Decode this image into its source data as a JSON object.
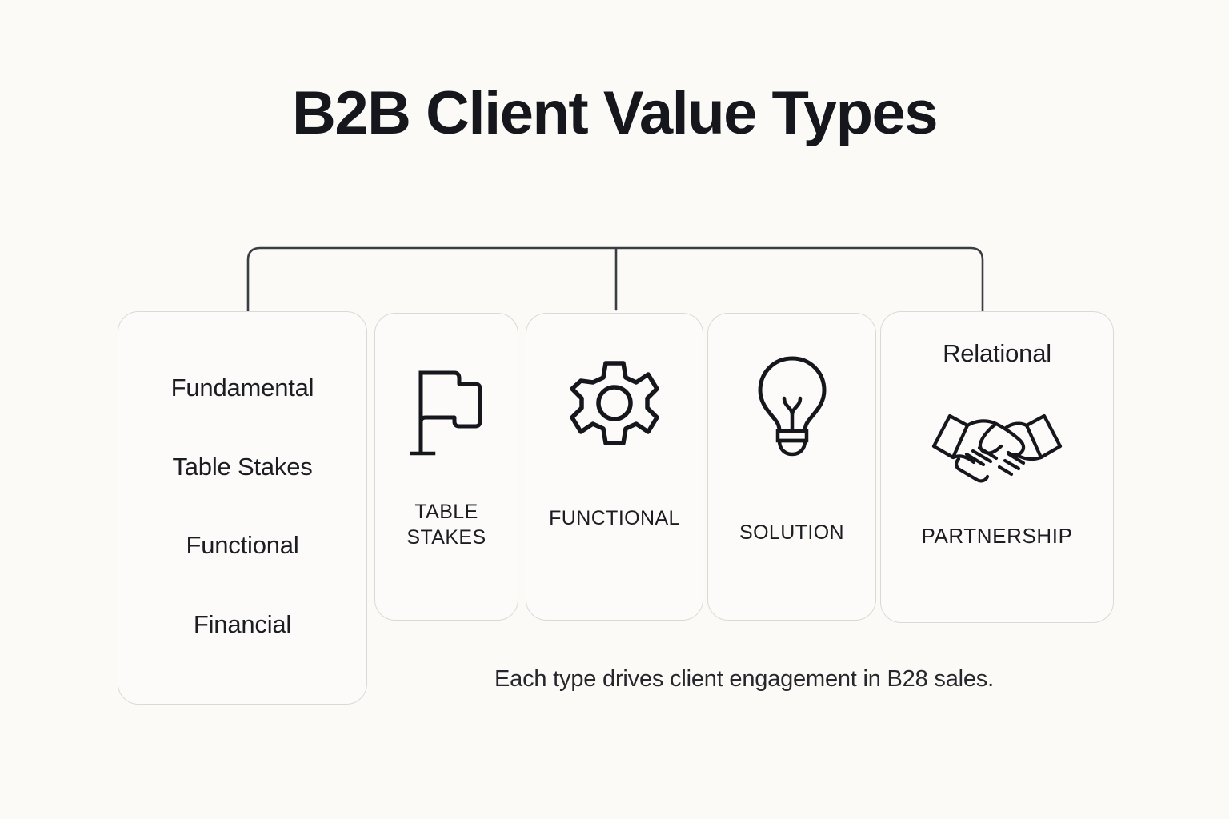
{
  "page": {
    "title": "B2B Client Value Types",
    "caption": "Each type drives client engagement in B28 sales.",
    "background_color": "#FBFAF7",
    "text_color": "#15171c",
    "card_border_color": "#DAD9D6",
    "connector_color": "#3a3d42"
  },
  "cards": [
    {
      "id": "fundamental",
      "name": "fundamental-card",
      "header": "Fundamental",
      "labels": [
        "Fundamental",
        "Table Stakes",
        "Functional",
        "Financial"
      ],
      "icon": "none"
    },
    {
      "id": "table-stakes",
      "name": "table-stakes-card",
      "icon": "flag-icon",
      "label": "TABLE\nSTAKES"
    },
    {
      "id": "functional",
      "name": "functional-card",
      "icon": "gear-icon",
      "label": "FUNCTIONAL"
    },
    {
      "id": "solution",
      "name": "solution-card",
      "icon": "lightbulb-icon",
      "label": "SOLUTION"
    },
    {
      "id": "relational",
      "name": "relational-card",
      "header": "Relational",
      "icon": "handshake-icon",
      "label": "PARTNERSHIP"
    }
  ]
}
